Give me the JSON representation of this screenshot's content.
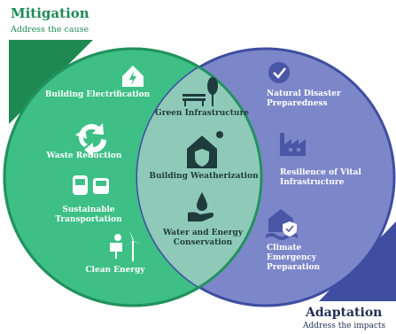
{
  "mitigation": {
    "title": "Mitigation",
    "subtitle": "Address the cause"
  },
  "adaptation": {
    "title": "Adaptation",
    "subtitle": "Address the impacts"
  },
  "mitigation_items": [
    {
      "label": "Building Electrification",
      "icon": "house-bolt-icon"
    },
    {
      "label": "Waste Reduction",
      "icon": "recycle-icon"
    },
    {
      "label": "Sustainable Transportation",
      "icon": "train-bus-icon"
    },
    {
      "label": "Clean Energy",
      "icon": "solar-wind-icon"
    }
  ],
  "shared_items": [
    {
      "label": "Green Infrastructure",
      "icon": "bench-tree-icon"
    },
    {
      "label": "Building Weatherization",
      "icon": "house-shield-icon"
    },
    {
      "label": "Water and Energy Conservation",
      "icon": "hand-water-drop-icon"
    }
  ],
  "adaptation_items": [
    {
      "label": "Natural Disaster Preparedness",
      "icon": "checkmark-icon"
    },
    {
      "label": "Resilience of Vital Infrastructure",
      "icon": "factory-icon"
    },
    {
      "label": "Climate Emergency Preparation",
      "icon": "flood-house-shield-icon"
    }
  ],
  "colors": {
    "mitigation": "#2f9e6b",
    "mitigation_fill": "#3dbf86",
    "adaptation": "#4a56a6",
    "adaptation_fill": "#6a77c2",
    "overlap": "#8ec7b9",
    "corner": "#1e8a52"
  }
}
